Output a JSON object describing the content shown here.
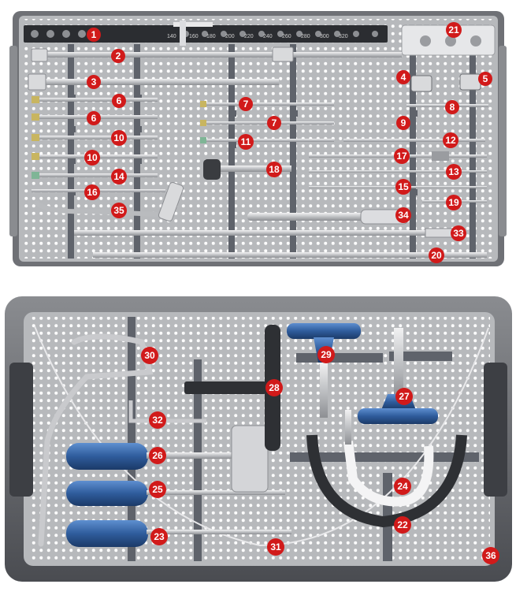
{
  "colors": {
    "tray": "#b7b9bc",
    "tray_dark": "#6f7176",
    "rim": "#3d3f44",
    "rail": "#5f636b",
    "hole": "#ffffff",
    "badge": "#d11a1a",
    "handle_blue": "#2f5c9c",
    "metal": "#d9dadc"
  },
  "ruler_marks": [
    "140",
    "160",
    "180",
    "200",
    "220",
    "240",
    "260",
    "280",
    "300",
    "320"
  ],
  "badges": {
    "b1": "1",
    "b2": "2",
    "b3": "3",
    "b4": "4",
    "b5": "5",
    "b6a": "6",
    "b6b": "6",
    "b7a": "7",
    "b7b": "7",
    "b8": "8",
    "b9": "9",
    "b10a": "10",
    "b10b": "10",
    "b11": "11",
    "b12": "12",
    "b13": "13",
    "b14": "14",
    "b15": "15",
    "b16": "16",
    "b17": "17",
    "b18": "18",
    "b19": "19",
    "b20": "20",
    "b21": "21",
    "b22": "22",
    "b23": "23",
    "b24": "24",
    "b25": "25",
    "b26": "26",
    "b27": "27",
    "b28": "28",
    "b29": "29",
    "b30": "30",
    "b31": "31",
    "b32": "32",
    "b33": "33",
    "b34": "34",
    "b35": "35",
    "b36": "36"
  }
}
